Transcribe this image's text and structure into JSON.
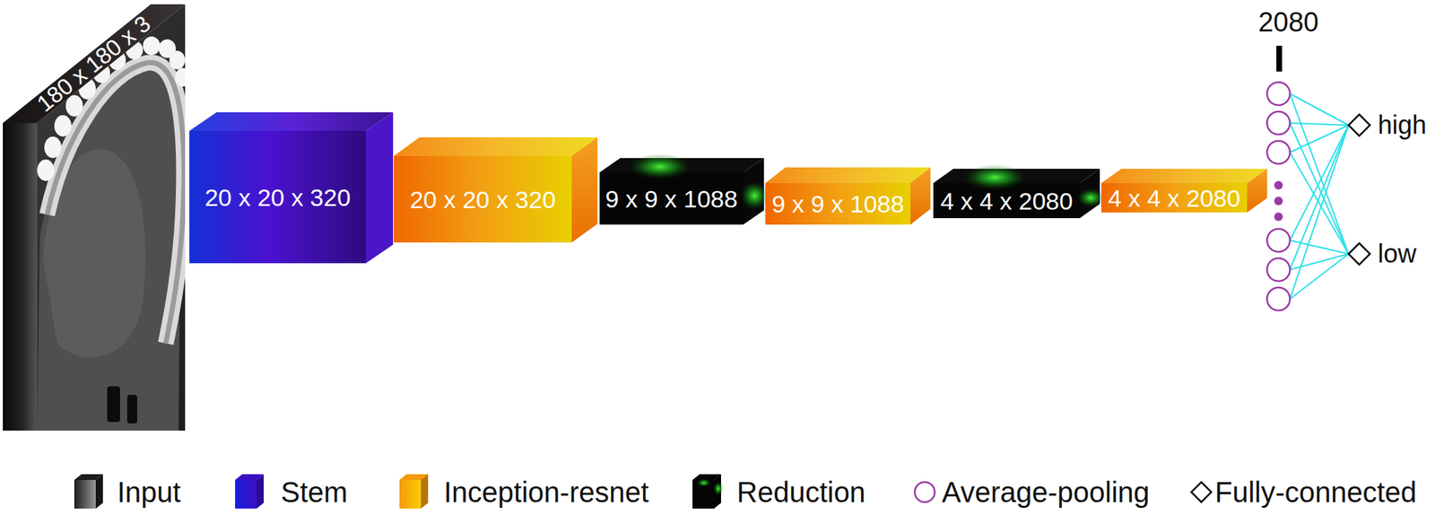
{
  "diagram": {
    "nodes": [
      {
        "text": [
          "180 x 180 x 3"
        ]
      },
      {
        "text": [
          "20 x 20 x 320"
        ]
      },
      {
        "text": [
          "20 x 20 x 320"
        ]
      },
      {
        "text": [
          "9 x 9 x 1088"
        ]
      },
      {
        "text": [
          "9 x 9 x 1088"
        ]
      },
      {
        "text": [
          "4 x 4 x 2080"
        ]
      },
      {
        "text": [
          "4 x 4 x 2080"
        ]
      },
      {
        "text": [
          "high"
        ]
      },
      {
        "text": [
          "low"
        ]
      }
    ],
    "labels": [
      "2080"
    ],
    "legend": [
      {
        "text": "Input",
        "color": "#1c1c1c"
      },
      {
        "text": "Stem",
        "color": "#3b0fc4"
      },
      {
        "text": "Inception-resnet",
        "color": "#f39a0c"
      },
      {
        "text": "Reduction",
        "color": "#050505"
      },
      {
        "text": "Average-pooling"
      },
      {
        "text": "Fully-connected"
      }
    ]
  }
}
